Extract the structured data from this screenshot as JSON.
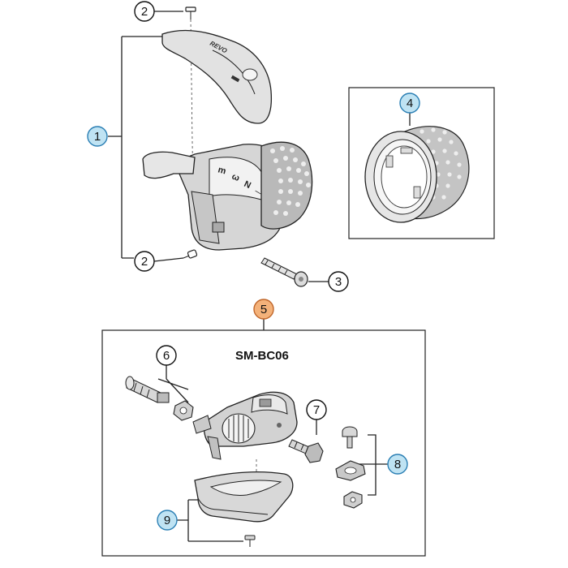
{
  "model_label": "SM-BC06",
  "callouts": [
    {
      "id": "c1",
      "label": "1",
      "style": "blue"
    },
    {
      "id": "c2a",
      "label": "2",
      "style": "plain"
    },
    {
      "id": "c2b",
      "label": "2",
      "style": "plain"
    },
    {
      "id": "c3",
      "label": "3",
      "style": "plain"
    },
    {
      "id": "c4",
      "label": "4",
      "style": "blue"
    },
    {
      "id": "c5",
      "label": "5",
      "style": "orange"
    },
    {
      "id": "c6",
      "label": "6",
      "style": "plain"
    },
    {
      "id": "c7",
      "label": "7",
      "style": "plain"
    },
    {
      "id": "c8",
      "label": "8",
      "style": "blue"
    },
    {
      "id": "c9",
      "label": "9",
      "style": "blue"
    }
  ],
  "colors": {
    "blue_fill": "#bfe3f3",
    "blue_stroke": "#2b7fb4",
    "orange_fill": "#f4b27a",
    "orange_stroke": "#c0662a",
    "plain_fill": "#ffffff",
    "plain_stroke": "#111111",
    "part_gray": "#cfcfcf",
    "part_dark": "#8a8a8a"
  }
}
